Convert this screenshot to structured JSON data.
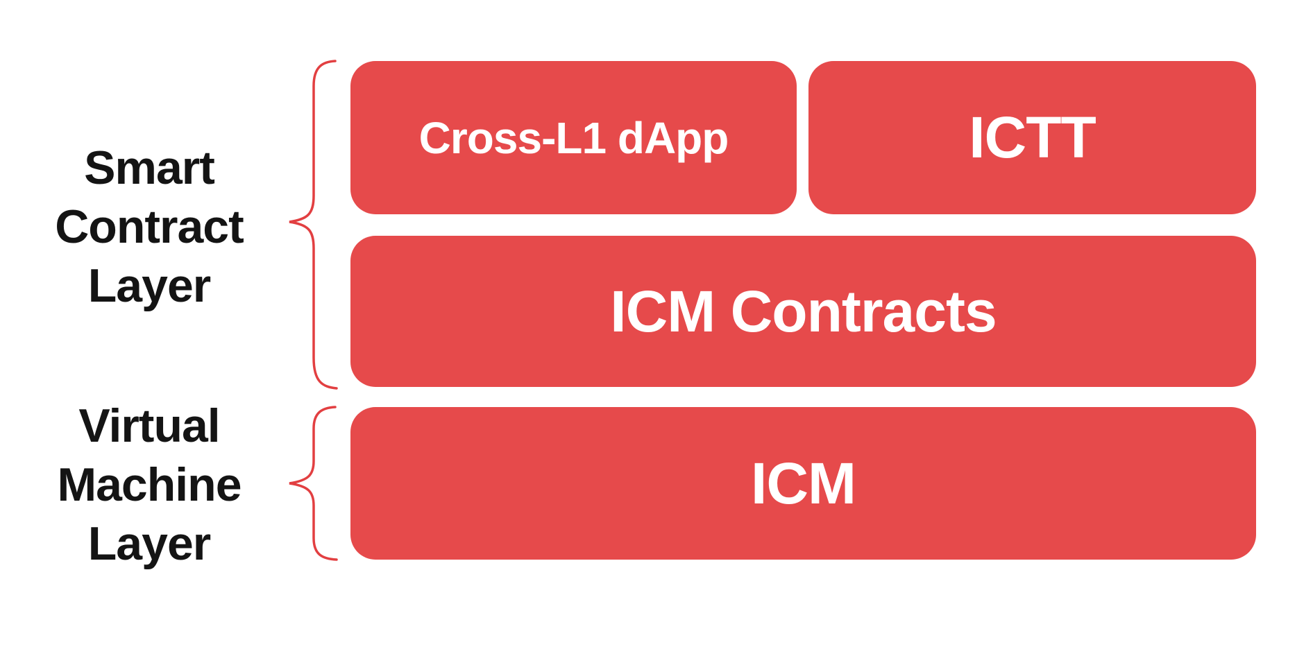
{
  "diagram": {
    "layers": [
      {
        "label": "Smart\nContract\nLayer",
        "boxes": [
          {
            "label": "Cross-L1 dApp"
          },
          {
            "label": "ICTT"
          },
          {
            "label": "ICM Contracts"
          }
        ]
      },
      {
        "label": "Virtual\nMachine\nLayer",
        "boxes": [
          {
            "label": "ICM"
          }
        ]
      }
    ]
  },
  "colors": {
    "box_red": "#E64A4B",
    "brace_red": "#E23F41",
    "label_black": "#141414",
    "box_text": "#FFFFFF",
    "background": "#FFFFFF"
  }
}
